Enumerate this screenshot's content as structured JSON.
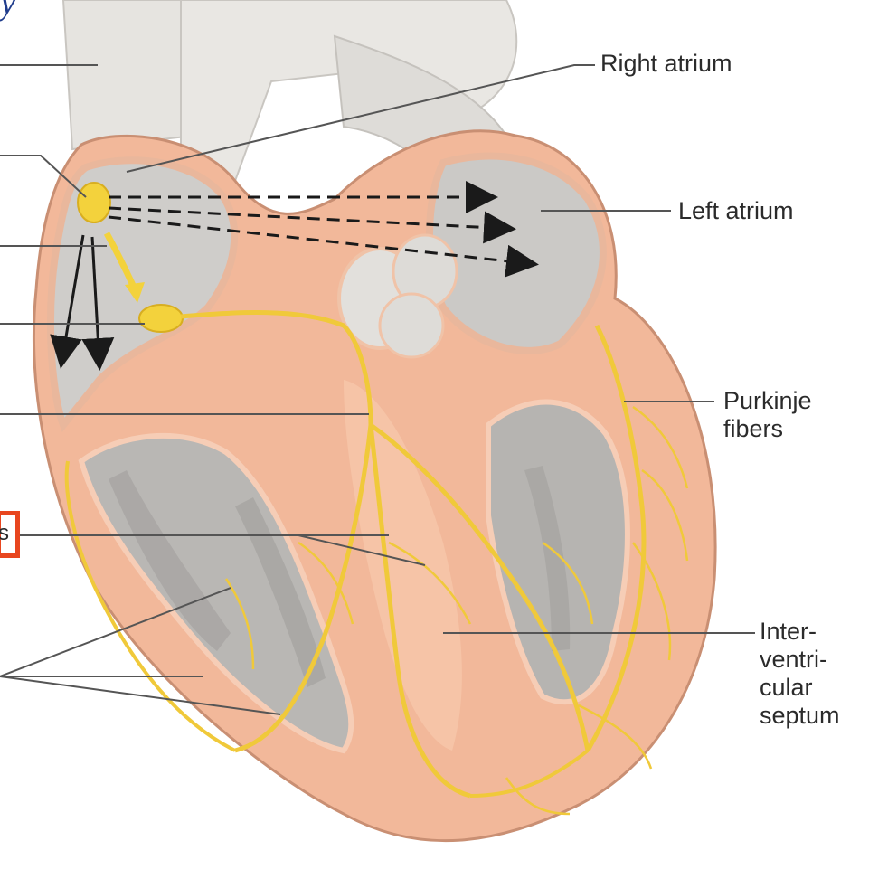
{
  "title_fragment": "y",
  "labels": {
    "right_atrium": "Right atrium",
    "left_atrium": "Left atrium",
    "purkinje": "Purkinje\nfibers",
    "septum": "Inter-\nventri-\ncular\nseptum",
    "highlighted_fragment": "s"
  },
  "colors": {
    "tissue": "#f2b89a",
    "tissue_light": "#f6cdb6",
    "chamber": "#c9c7c4",
    "vessel": "#e4e2de",
    "conduction": "#f0c93a",
    "highlight": "#e8461f",
    "title": "#1f3c8c"
  }
}
